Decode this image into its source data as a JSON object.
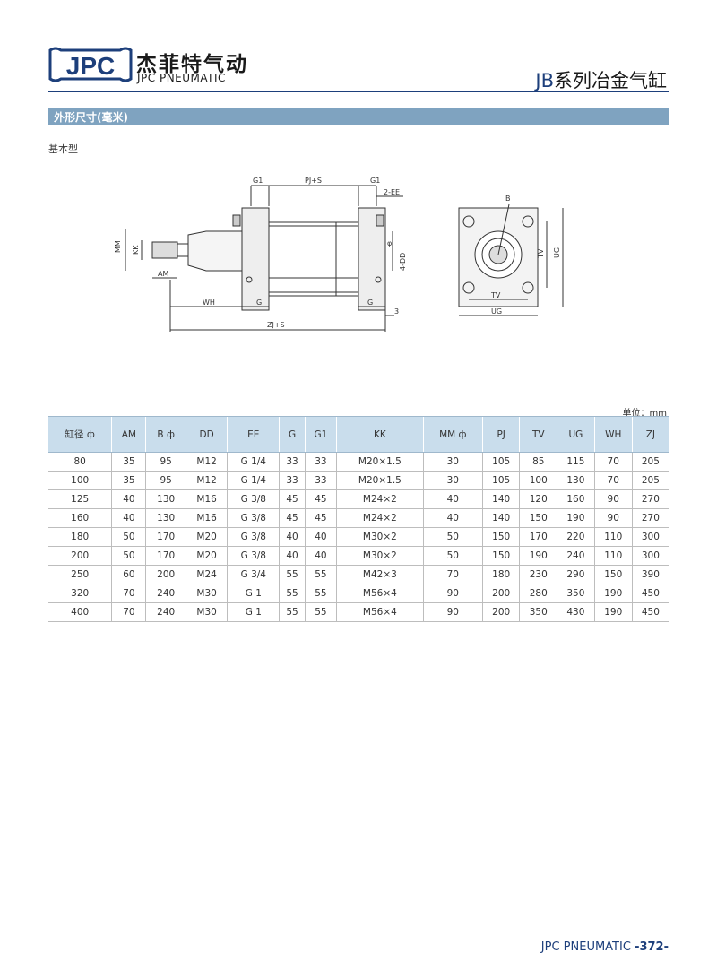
{
  "header": {
    "logo_text": "JPC",
    "brand_cn": "杰菲特气动",
    "brand_en": "JPC PNEUMATIC",
    "series_prefix": "JB",
    "series_suffix": "系列冶金气缸",
    "colors": {
      "primary": "#1d3f7b",
      "section_bar": "#7fa3c0",
      "table_header": "#c9ddec"
    }
  },
  "section": {
    "title": "外形尺寸(毫米)"
  },
  "subtitle": "基本型",
  "drawing": {
    "labels": {
      "g1_left": "G1",
      "pj_s": "PJ+S",
      "g1_right": "G1",
      "ee": "2-EE",
      "mm": "MM",
      "kk": "KK",
      "am": "AM",
      "dd": "4-DD",
      "phi": "φ",
      "wh": "WH",
      "g_left": "G",
      "g_right": "G",
      "three": "3",
      "zj_s": "ZJ+S",
      "b": "B",
      "tv_side": "TV",
      "ug_side": "UG",
      "tv_bottom": "TV",
      "ug_bottom": "UG"
    }
  },
  "table": {
    "unit": "单位：mm",
    "headers": [
      "缸径 ф",
      "AM",
      "B ф",
      "DD",
      "EE",
      "G",
      "G1",
      "KK",
      "MM ф",
      "PJ",
      "TV",
      "UG",
      "WH",
      "ZJ"
    ],
    "rows": [
      [
        "80",
        "35",
        "95",
        "M12",
        "G 1/4",
        "33",
        "33",
        "M20×1.5",
        "30",
        "105",
        "85",
        "115",
        "70",
        "205"
      ],
      [
        "100",
        "35",
        "95",
        "M12",
        "G 1/4",
        "33",
        "33",
        "M20×1.5",
        "30",
        "105",
        "100",
        "130",
        "70",
        "205"
      ],
      [
        "125",
        "40",
        "130",
        "M16",
        "G 3/8",
        "45",
        "45",
        "M24×2",
        "40",
        "140",
        "120",
        "160",
        "90",
        "270"
      ],
      [
        "160",
        "40",
        "130",
        "M16",
        "G 3/8",
        "45",
        "45",
        "M24×2",
        "40",
        "140",
        "150",
        "190",
        "90",
        "270"
      ],
      [
        "180",
        "50",
        "170",
        "M20",
        "G 3/8",
        "40",
        "40",
        "M30×2",
        "50",
        "150",
        "170",
        "220",
        "110",
        "300"
      ],
      [
        "200",
        "50",
        "170",
        "M20",
        "G 3/8",
        "40",
        "40",
        "M30×2",
        "50",
        "150",
        "190",
        "240",
        "110",
        "300"
      ],
      [
        "250",
        "60",
        "200",
        "M24",
        "G 3/4",
        "55",
        "55",
        "M42×3",
        "70",
        "180",
        "230",
        "290",
        "150",
        "390"
      ],
      [
        "320",
        "70",
        "240",
        "M30",
        "G 1",
        "55",
        "55",
        "M56×4",
        "90",
        "200",
        "280",
        "350",
        "190",
        "450"
      ],
      [
        "400",
        "70",
        "240",
        "M30",
        "G 1",
        "55",
        "55",
        "M56×4",
        "90",
        "200",
        "350",
        "430",
        "190",
        "450"
      ]
    ]
  },
  "footer": {
    "brand": "JPC PNEUMATIC",
    "page": "-372-"
  }
}
